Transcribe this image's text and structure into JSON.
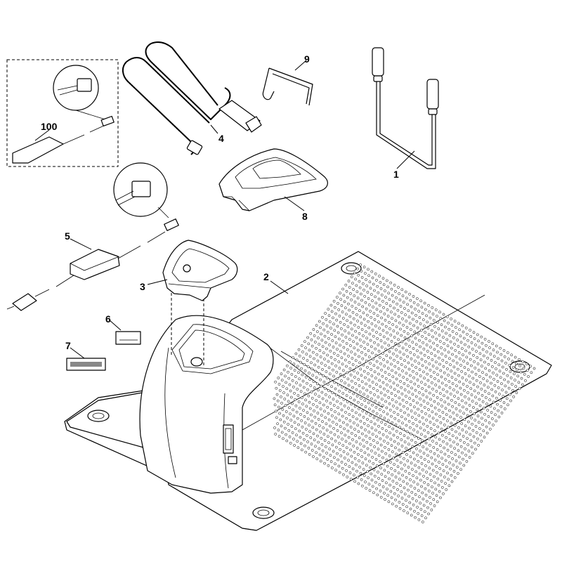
{
  "callouts": [
    {
      "id": "1",
      "label": "1"
    },
    {
      "id": "2",
      "label": "2"
    },
    {
      "id": "3",
      "label": "3"
    },
    {
      "id": "4",
      "label": "4"
    },
    {
      "id": "5",
      "label": "5"
    },
    {
      "id": "6",
      "label": "6"
    },
    {
      "id": "7",
      "label": "7"
    },
    {
      "id": "8",
      "label": "8"
    },
    {
      "id": "9",
      "label": "9"
    },
    {
      "id": "100",
      "label": "100"
    }
  ],
  "colors": {
    "line": "#000000",
    "background": "#ffffff",
    "fill": "#ffffff"
  }
}
